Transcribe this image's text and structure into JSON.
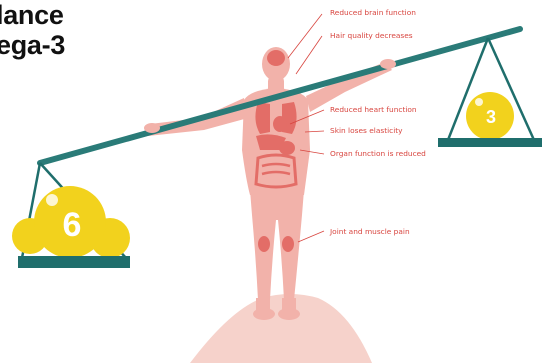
{
  "title": {
    "line1": "lance",
    "line2": "ega-3"
  },
  "scale": {
    "left_weight": "6",
    "right_weight": "3"
  },
  "annotations": [
    "Reduced brain function",
    "Hair quality decreases",
    "Reduced heart function",
    "Skin loses elasticity",
    "Organ function is reduced",
    "Joint and muscle pain"
  ],
  "colors": {
    "beam": "#2a7b78",
    "pan": "#1f6e6c",
    "ball": "#f2d21d",
    "ball_shadow": "#d9b90f",
    "body": "#f2b2aa",
    "organs": "#e1625c",
    "label": "#d8453f",
    "mound": "#f6d2cb"
  }
}
